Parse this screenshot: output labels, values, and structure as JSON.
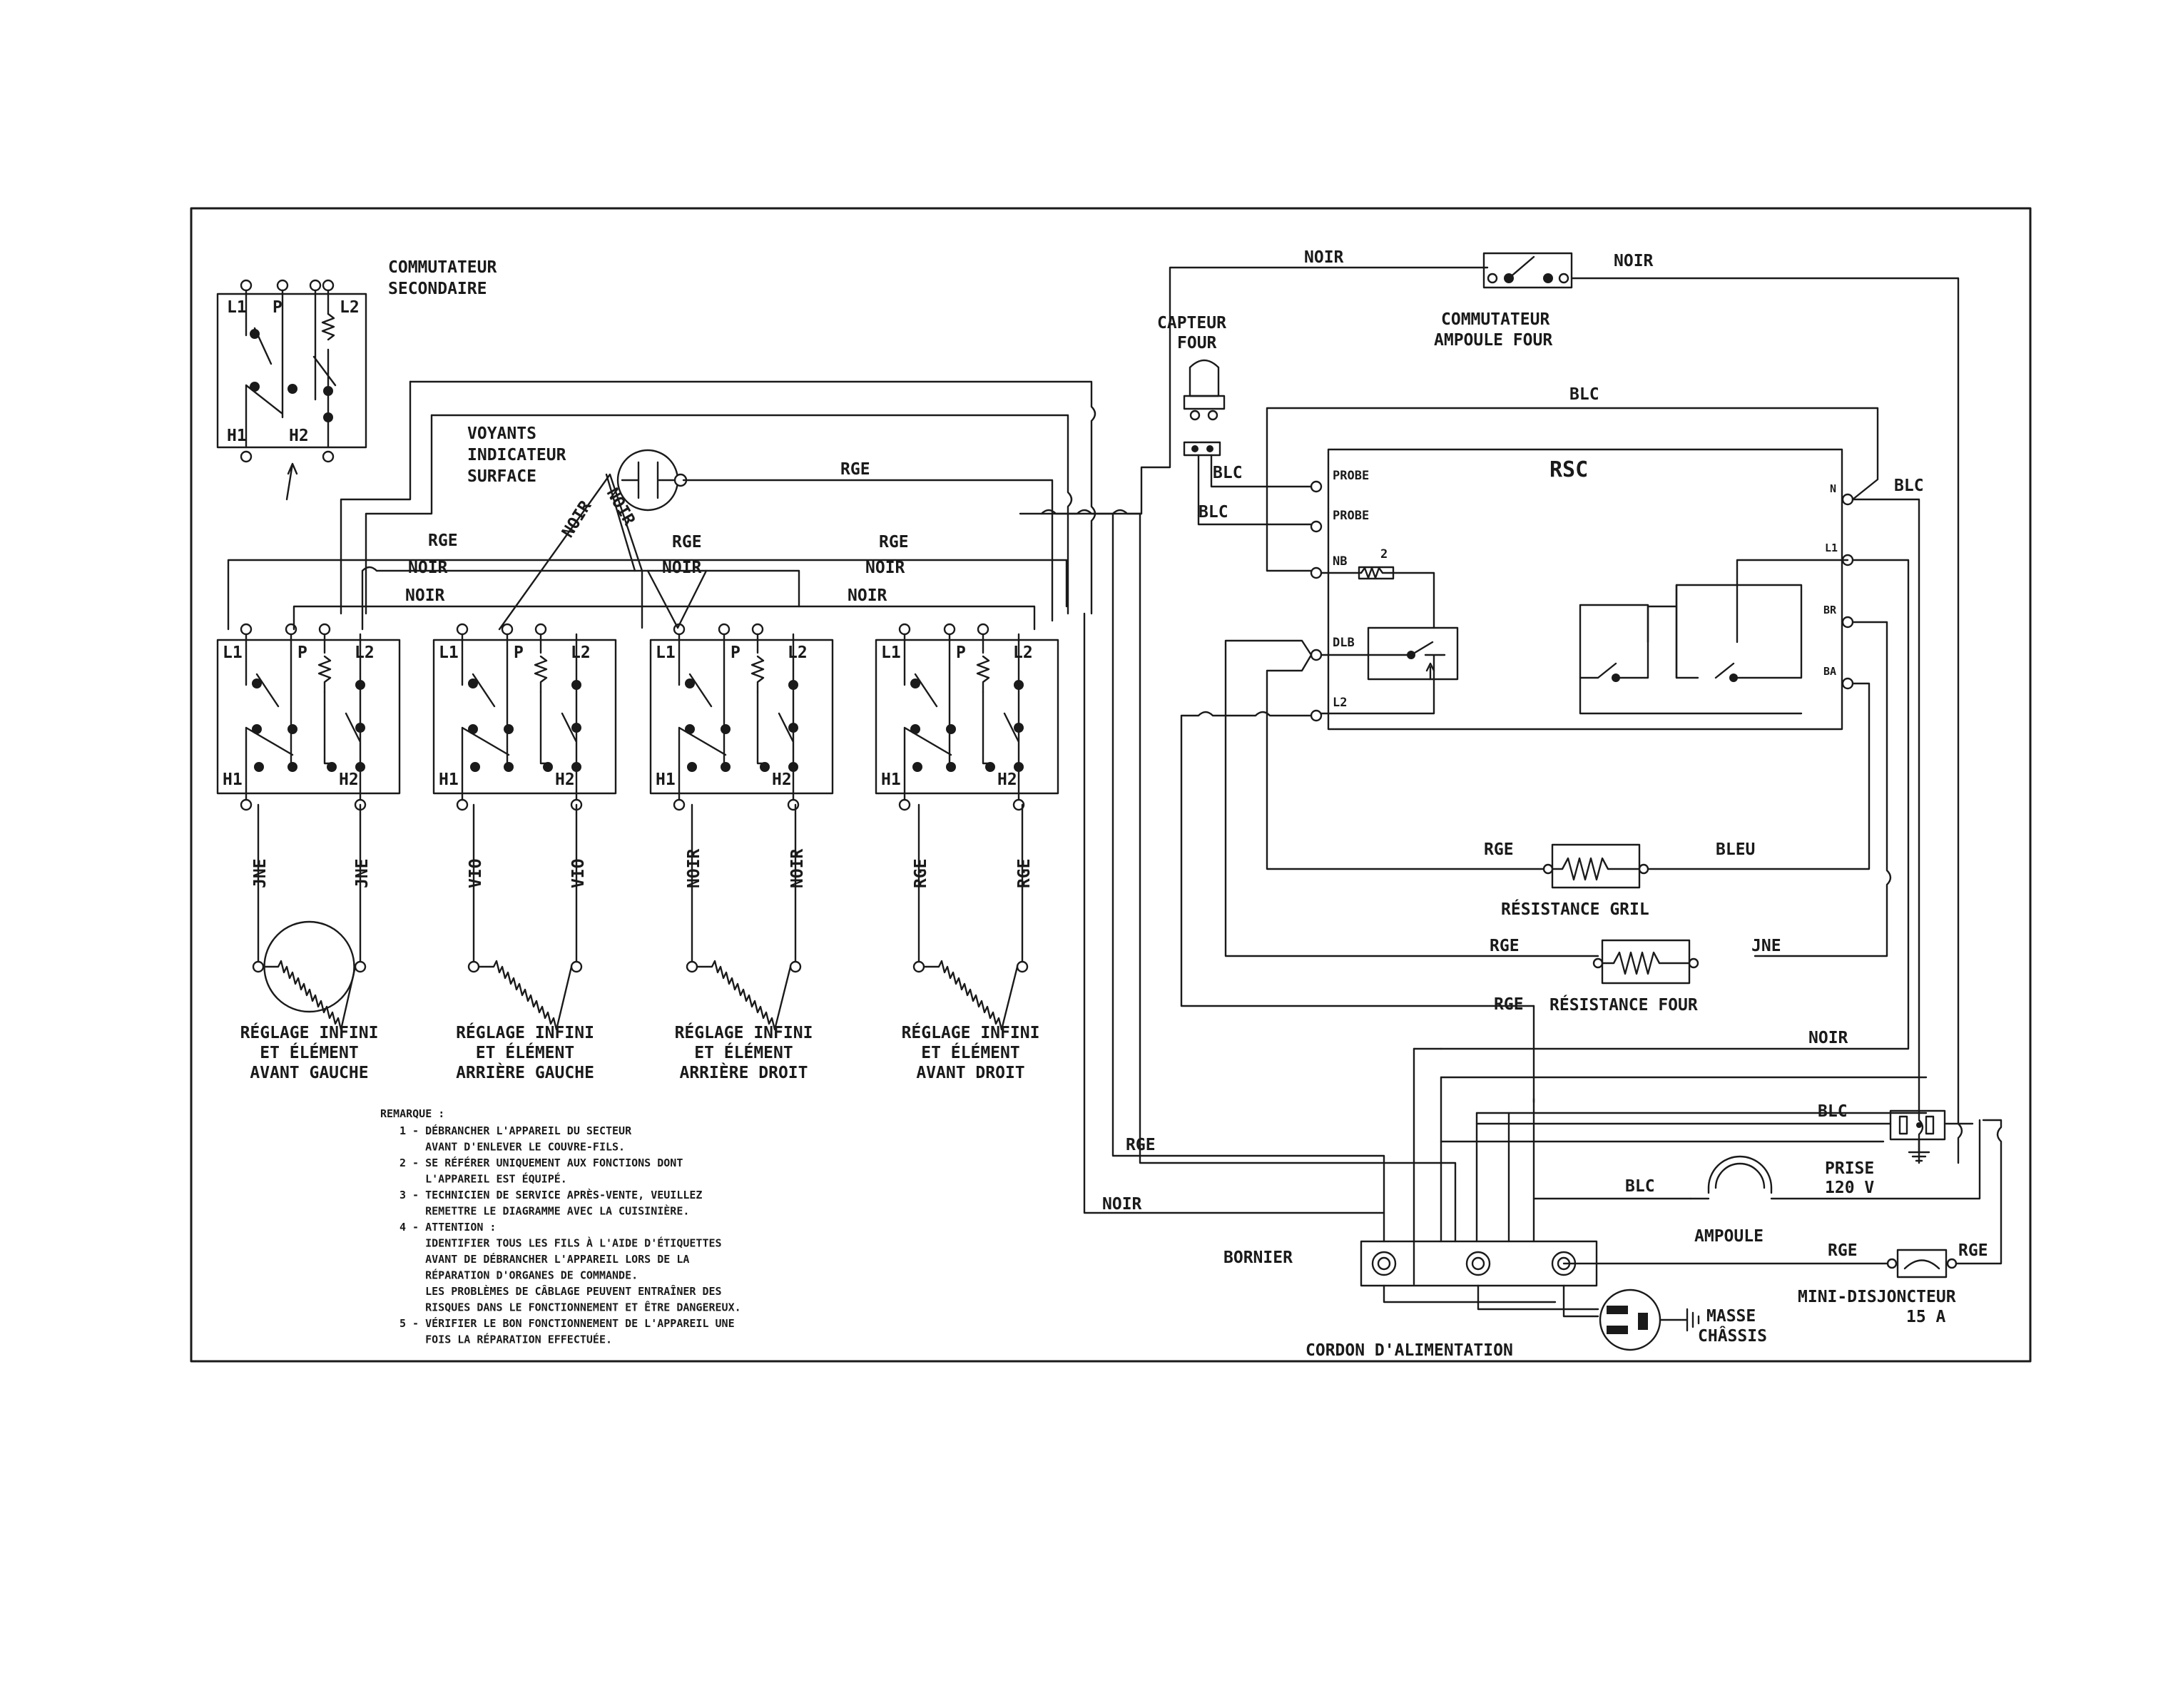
{
  "labels": {
    "commutateur_secondaire": [
      "COMMUTATEUR",
      "SECONDAIRE"
    ],
    "voyants": [
      "VOYANTS",
      "INDICATEUR",
      "SURFACE"
    ],
    "capteur_four": [
      "CAPTEUR",
      "FOUR"
    ],
    "commutateur_ampoule": [
      "COMMUTATEUR",
      "AMPOULE FOUR"
    ],
    "rsc": "RSC",
    "resistance_gril": "RÉSISTANCE GRIL",
    "resistance_four": "RÉSISTANCE FOUR",
    "bornier": "BORNIER",
    "cordon": "CORDON D'ALIMENTATION",
    "masse": [
      "MASSE",
      "CHÂSSIS"
    ],
    "ampoule": "AMPOULE",
    "prise": [
      "PRISE",
      "120 V"
    ],
    "disjoncteur": [
      "MINI-DISJONCTEUR",
      "15 A"
    ]
  },
  "switch_terminals": {
    "l1": "L1",
    "p": "P",
    "l2": "L2",
    "h1": "H1",
    "h2": "H2"
  },
  "rsc_terminals": {
    "probe1": "PROBE",
    "probe2": "PROBE",
    "nb": "NB",
    "dlb": "DLB",
    "l2": "L2",
    "n": "N",
    "l1": "L1",
    "br": "BR",
    "ba": "BA",
    "nb_note": "2"
  },
  "elements": [
    {
      "lines": [
        "RÉGLAGE INFINI",
        "ET ÉLÉMENT",
        "AVANT GAUCHE"
      ],
      "wire_left": "JNE",
      "wire_right": "JNE"
    },
    {
      "lines": [
        "RÉGLAGE INFINI",
        "ET ÉLÉMENT",
        "ARRIÈRE GAUCHE"
      ],
      "wire_left": "VIO",
      "wire_right": "VIO"
    },
    {
      "lines": [
        "RÉGLAGE INFINI",
        "ET ÉLÉMENT",
        "ARRIÈRE DROIT"
      ],
      "wire_left": "NOIR",
      "wire_right": "NOIR"
    },
    {
      "lines": [
        "RÉGLAGE INFINI",
        "ET ÉLÉMENT",
        "AVANT DROIT"
      ],
      "wire_left": "RGE",
      "wire_right": "RGE"
    }
  ],
  "wires": {
    "noir": "NOIR",
    "rge": "RGE",
    "blc": "BLC",
    "bleu": "BLEU",
    "jne": "JNE"
  },
  "remarque": {
    "title": "REMARQUE :",
    "items": [
      "1 - DÉBRANCHER L'APPAREIL DU SECTEUR",
      "    AVANT D'ENLEVER LE COUVRE-FILS.",
      "2 - SE RÉFÉRER UNIQUEMENT AUX FONCTIONS DONT",
      "    L'APPAREIL EST ÉQUIPÉ.",
      "3 - TECHNICIEN DE SERVICE APRÈS-VENTE, VEUILLEZ",
      "    REMETTRE LE DIAGRAMME AVEC LA CUISINIÈRE.",
      "4 - ATTENTION :",
      "    IDENTIFIER TOUS LES FILS À L'AIDE D'ÉTIQUETTES",
      "    AVANT DE DÉBRANCHER L'APPAREIL LORS DE LA",
      "    RÉPARATION D'ORGANES DE COMMANDE.",
      "    LES PROBLÈMES DE CÂBLAGE PEUVENT ENTRAÎNER DES",
      "    RISQUES DANS LE FONCTIONNEMENT ET ÊTRE DANGEREUX.",
      "5 - VÉRIFIER LE BON FONCTIONNEMENT DE L'APPAREIL UNE",
      "    FOIS LA RÉPARATION EFFECTUÉE."
    ]
  }
}
